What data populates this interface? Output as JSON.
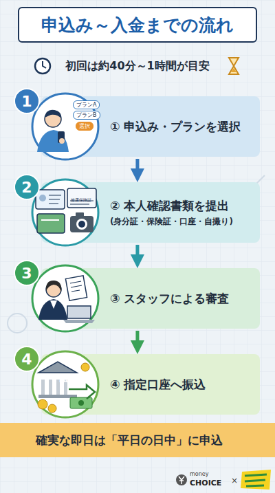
{
  "diagram": {
    "title": "申込み～入金までの流れ",
    "nodes": [
      {
        "text": [
          "① 申込み・プランを選択"
        ]
      },
      {
        "text": [
          "1"
        ],
        "in": 0
      },
      {
        "text": [
          "② 本人確認書類を提出",
          "(身分証・保険証・口座・自撮り)"
        ]
      },
      {
        "text": [
          "2"
        ],
        "in": 2
      },
      {
        "text": [
          "③ スタッフによる審査"
        ]
      },
      {
        "text": [
          "3"
        ],
        "in": 4
      },
      {
        "text": [
          "④ 指定口座へ振込"
        ]
      },
      {
        "text": [
          "4"
        ],
        "in": 6
      },
      {
        "text": [
          "確実な即日は「平日の日中」に申込"
        ]
      }
    ],
    "edges": [
      {
        "from": 0,
        "to": 2,
        "arrow": "to"
      },
      {
        "from": 2,
        "to": 4,
        "arrow": "to"
      },
      {
        "from": 4,
        "to": 6,
        "arrow": "to"
      }
    ],
    "labels": [
      "初回は約40分～1時間が目安",
      "プランA",
      "プランB",
      "選択",
      "健康保険証",
      "BANK",
      "money",
      "CHOICE",
      "×"
    ]
  }
}
